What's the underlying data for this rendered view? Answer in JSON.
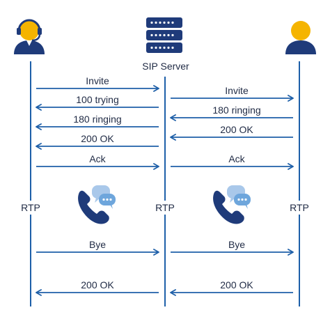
{
  "server_label": "SIP Server",
  "colors": {
    "line": "#1e5fa8",
    "navy": "#1f3b7a",
    "gold": "#f5b400",
    "text": "#1f2a44",
    "bubble_light": "#a9c8ea",
    "bubble_mid": "#6ea6dc"
  },
  "icons": [
    "agent-headset-icon",
    "server-icon",
    "user-icon",
    "phone-chat-icon"
  ],
  "messages_left": [
    {
      "label": "Invite",
      "direction": "right"
    },
    {
      "label": "100 trying",
      "direction": "left"
    },
    {
      "label": "180 ringing",
      "direction": "left"
    },
    {
      "label": "200 OK",
      "direction": "left"
    },
    {
      "label": "Ack",
      "direction": "right"
    },
    {
      "label": "Bye",
      "direction": "right"
    },
    {
      "label": "200 OK",
      "direction": "left"
    }
  ],
  "messages_right": [
    {
      "label": "Invite",
      "direction": "right"
    },
    {
      "label": "180 ringing",
      "direction": "left"
    },
    {
      "label": "200 OK",
      "direction": "left"
    },
    {
      "label": "Ack",
      "direction": "right"
    },
    {
      "label": "Bye",
      "direction": "right"
    },
    {
      "label": "200 OK",
      "direction": "left"
    }
  ],
  "rtp_labels": [
    "RTP",
    "RTP",
    "RTP"
  ]
}
